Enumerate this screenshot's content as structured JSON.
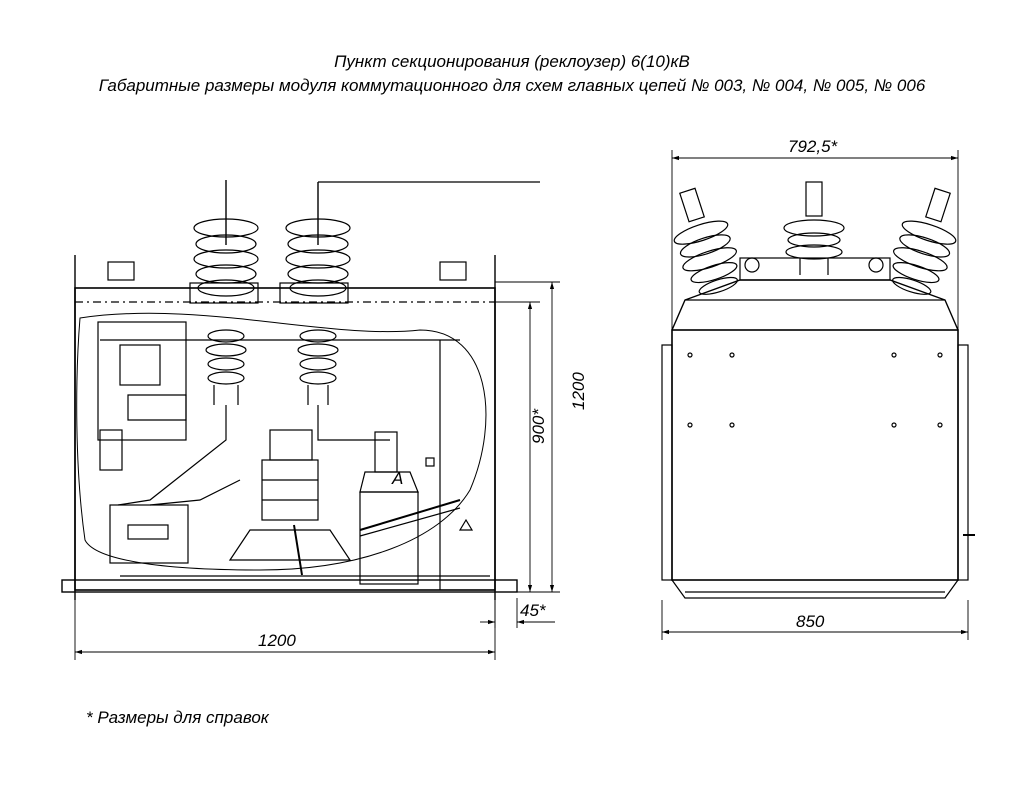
{
  "title": {
    "line1": "Пункт секционирования (реклоузер) 6(10)кВ",
    "line2": "Габаритные размеры модуля коммутационного для схем главных цепей   № 003,  № 004,  № 005,  № 006"
  },
  "front_view": {
    "dim_width": "1200",
    "dim_height_total": "1200",
    "dim_height_body": "900*",
    "dim_foot": "45*",
    "small_label": "A"
  },
  "side_view": {
    "dim_top_width": "792,5*",
    "dim_bottom_width": "850"
  },
  "footnote": "* Размеры для справок"
}
